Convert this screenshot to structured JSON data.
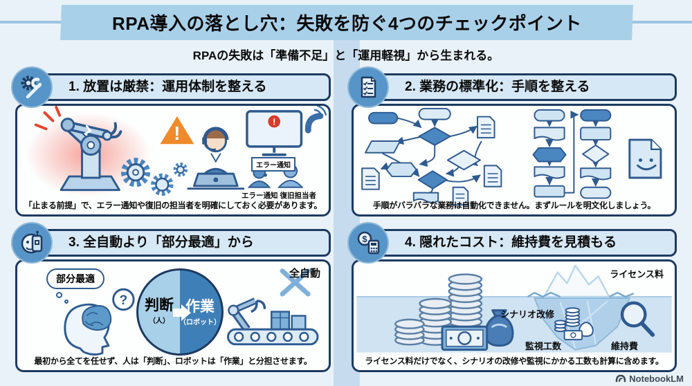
{
  "header": {
    "title": "RPA導入の落とし穴：失敗を防ぐ4つのチェックポイント",
    "subtitle": "RPAの失敗は「準備不足」と「運用軽視」から生まれる。"
  },
  "panels": [
    {
      "title": "1. 放置は厳禁：運用体制を整える",
      "icon": "wrench-gear-icon",
      "caption": "「止まる前提」で、エラー通知や復旧の担当者を明確にしておく必要があります。",
      "labels": {
        "monitor_alert": "エラー通知",
        "alert_mark": "!",
        "persons": "エラー通知 復旧担当者"
      }
    },
    {
      "title": "2. 業務の標準化：手順を整える",
      "icon": "checklist-icon",
      "caption": "手順がバラバラな業務は自動化できません。まずルールを明文化しましょう。"
    },
    {
      "title": "3. 全自動より「部分最適」から",
      "icon": "robot-face-icon",
      "caption": "最初から全てを任せず、人は「判断」、ロボットは「作業」と分担させます。",
      "labels": {
        "thought": "部分最適",
        "question_mark": "?",
        "left_main": "判断",
        "left_sub": "（人）",
        "right_main": "作業",
        "right_sub": "（ロボット）",
        "full_auto": "全自動"
      }
    },
    {
      "title": "4. 隠れたコスト：維持費を見積もる",
      "icon": "dollar-calculator-icon",
      "caption": "ライセンス料だけでなく、シナリオの改修や監視にかかる工数も計算に含めます。",
      "labels": {
        "dollar": "$",
        "license": "ライセンス料",
        "scenario": "シナリオ改修",
        "monitoring": "監視工数",
        "maintenance": "維持費"
      }
    }
  ],
  "footer": {
    "brand": "NotebookLM"
  },
  "colors": {
    "background": "#e9f2f9",
    "title_bar": "#a9d0e9",
    "panel_border": "#1d3a60",
    "panel_header_bg": "#d6e8f5",
    "icon_circle": "#5795c8",
    "alert_red": "#d93a2b",
    "warning_orange": "#ef8b2a",
    "mid_blue": "#4a86c0",
    "light_blue": "#a8d0e8"
  }
}
